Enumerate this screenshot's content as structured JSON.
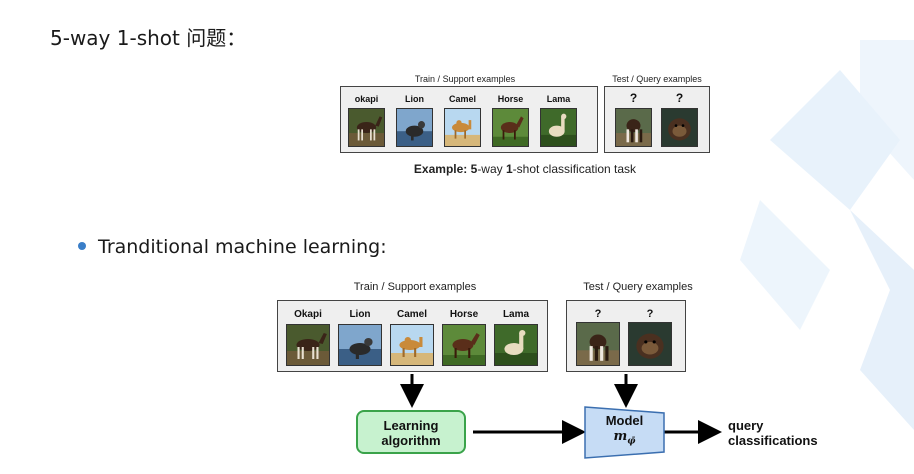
{
  "slide": {
    "title": "5-way 1-shot 问题："
  },
  "bullet": {
    "text": "Tranditional machine learning:"
  },
  "example_figure": {
    "train_caption": "Train / Support examples",
    "test_caption": "Test / Query examples",
    "train_labels": [
      "okapi",
      "Lion",
      "Camel",
      "Horse",
      "Lama"
    ],
    "test_labels": [
      "?",
      "?"
    ],
    "caption_prefix": "Example: ",
    "caption_n": "5",
    "caption_way": "-way ",
    "caption_k": "1",
    "caption_rest": "-shot classification task"
  },
  "ml_figure": {
    "train_caption": "Train / Support examples",
    "test_caption": "Test / Query examples",
    "train_labels": [
      "Okapi",
      "Lion",
      "Camel",
      "Horse",
      "Lama"
    ],
    "test_labels": [
      "?",
      "?"
    ],
    "learning_line1": "Learning",
    "learning_line2": "algorithm",
    "model_line1": "Model",
    "model_symbol": "m",
    "model_subscript": "φ̄",
    "output_line1": "query",
    "output_line2": "classifications"
  },
  "colors": {
    "bullet": "#3a7ec8",
    "learning_fill": "#c7f2cf",
    "learning_border": "#3aa34a",
    "model_fill": "#c6dcf5",
    "model_border": "#3b6fb0",
    "watermark": "#eaf3fb"
  }
}
